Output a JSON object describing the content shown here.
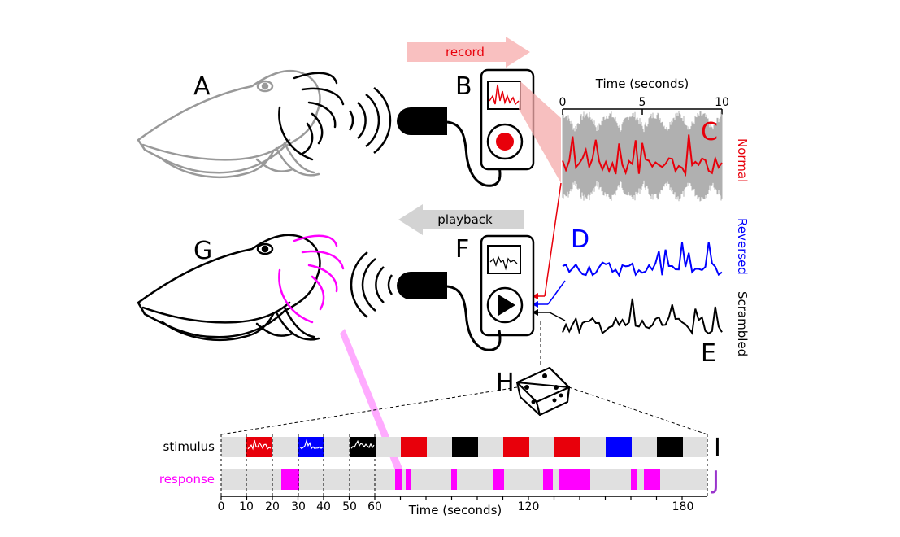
{
  "arrows": {
    "record": "record",
    "playback": "playback"
  },
  "panels": {
    "A": "A",
    "B": "B",
    "C": "C",
    "D": "D",
    "E": "E",
    "F": "F",
    "G": "G",
    "H": "H",
    "I": "I",
    "J": "J"
  },
  "signal_axis": {
    "title": "Time (seconds)",
    "ticks": [
      "0",
      "5",
      "10"
    ]
  },
  "conditions": {
    "normal": "Normal",
    "reversed": "Reversed",
    "scrambled": "Scrambled"
  },
  "timeline": {
    "stimulus_label": "stimulus",
    "response_label": "response",
    "axis_title": "Time (seconds)",
    "ticks": [
      "0",
      "10",
      "20",
      "30",
      "40",
      "50",
      "60",
      "120",
      "180"
    ]
  },
  "colors": {
    "normal": "#e8000b",
    "reversed": "#0000ff",
    "scrambled": "#000000",
    "response": "#ff00ff",
    "record_arrow": "#f9c0c0",
    "playback_arrow": "#d3d3d3",
    "track": "#e0e0e0"
  },
  "icons": {
    "cuttlefish_source": "cuttlefish-outline-icon",
    "cuttlefish_subject": "cuttlefish-icon",
    "microphone": "microphone-icon",
    "speaker": "speaker-icon",
    "recorder": "recorder-device-icon",
    "player": "player-device-icon",
    "dice": "dice-icon"
  }
}
